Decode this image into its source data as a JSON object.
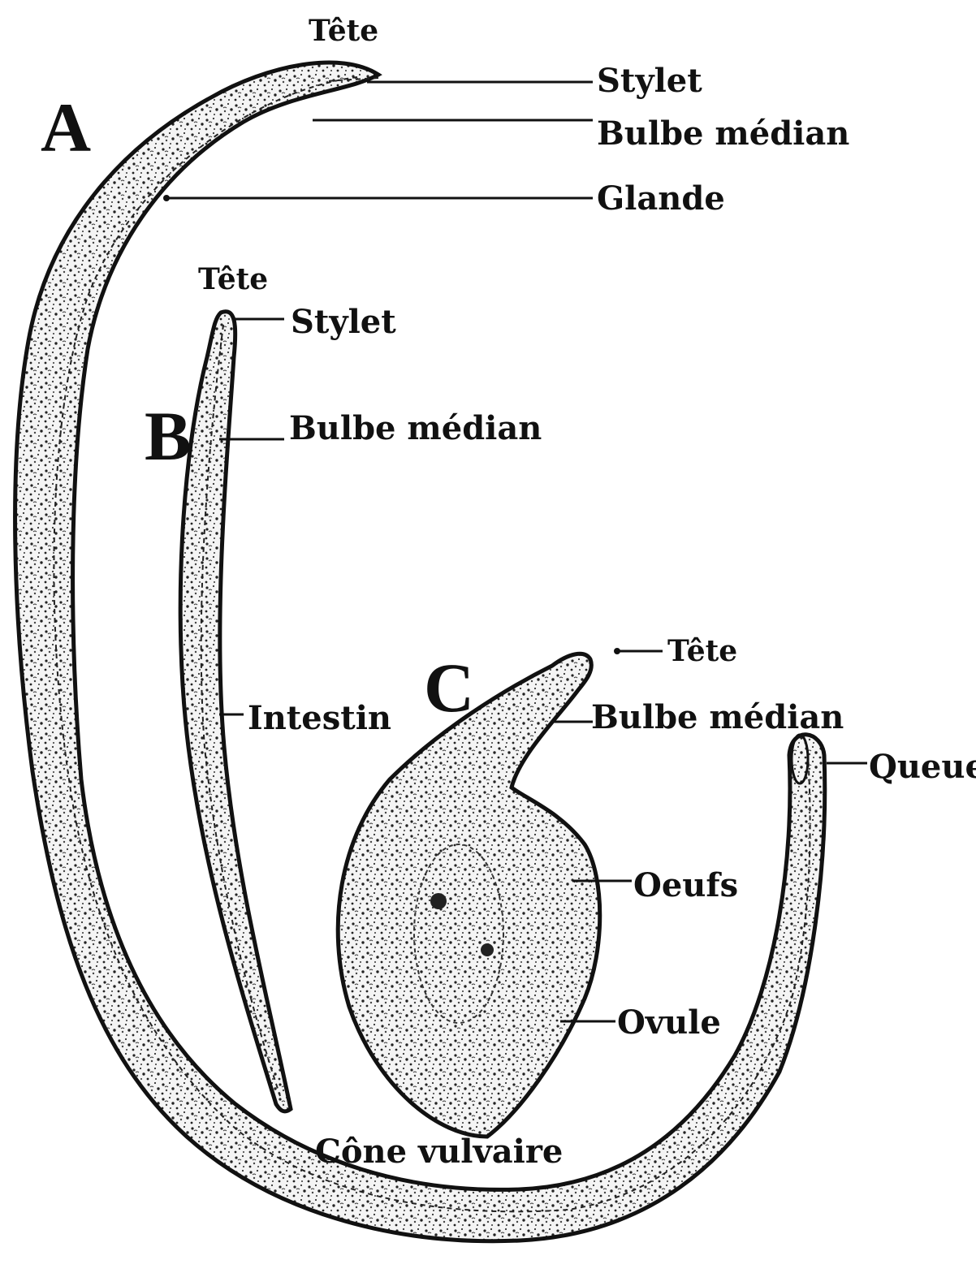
{
  "figure": {
    "panels": [
      "A",
      "B",
      "C"
    ],
    "labels_A": {
      "head": "Tête",
      "stylet": "Stylet",
      "median_bulb": "Bulbe médian",
      "gland": "Glande"
    },
    "labels_B": {
      "head": "Tête",
      "stylet": "Stylet",
      "median_bulb": "Bulbe médian",
      "intestine": "Intestin"
    },
    "labels_C": {
      "head": "Tête",
      "median_bulb": "Bulbe médian",
      "tail": "Queue",
      "eggs": "Oeufs",
      "ovule": "Ovule",
      "vulval_cone": "Cône vulvaire"
    },
    "colors": {
      "ink": "#111111",
      "paper": "#ffffff"
    }
  }
}
